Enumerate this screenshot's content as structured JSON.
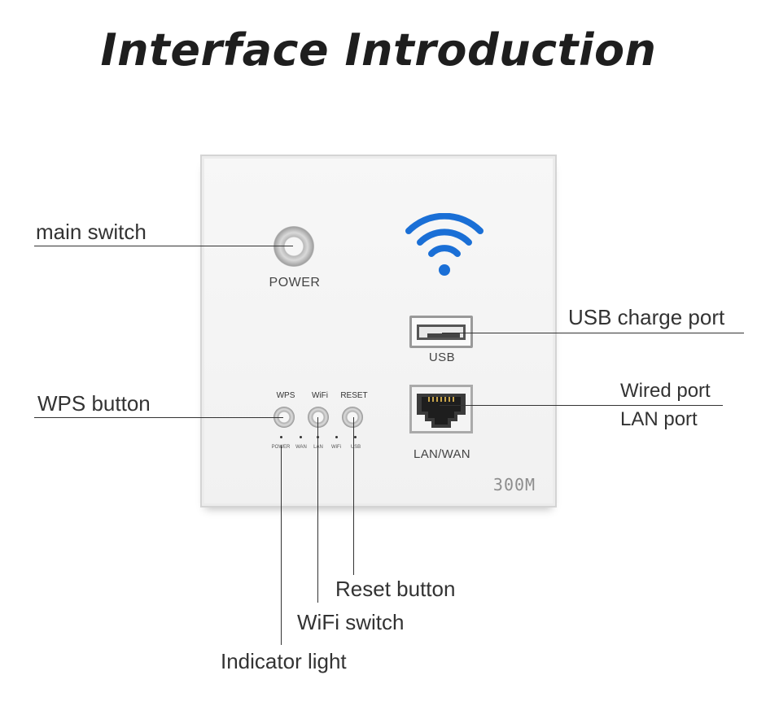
{
  "title": "Interface Introduction",
  "panel": {
    "power_label": "POWER",
    "usb_label": "USB",
    "lan_label": "LAN/WAN",
    "speed_label": "300M",
    "buttons": [
      "WPS",
      "WiFi",
      "RESET"
    ],
    "indicators": [
      "POWER",
      "WAN",
      "LAN",
      "WiFi",
      "USB"
    ],
    "icons": [
      "power-button",
      "wifi-icon",
      "usb-port",
      "rj45-port"
    ]
  },
  "callouts": {
    "main_switch": "main switch",
    "usb_charge_port": "USB charge port",
    "wps_button": "WPS button",
    "wired_port": "Wired port",
    "lan_port": "LAN port",
    "reset_button": "Reset button",
    "wifi_switch": "WiFi switch",
    "indicator_light": "Indicator light"
  },
  "colors": {
    "wifi_blue": "#1a6fd6",
    "text": "#333333",
    "panel": "#f4f4f4"
  }
}
